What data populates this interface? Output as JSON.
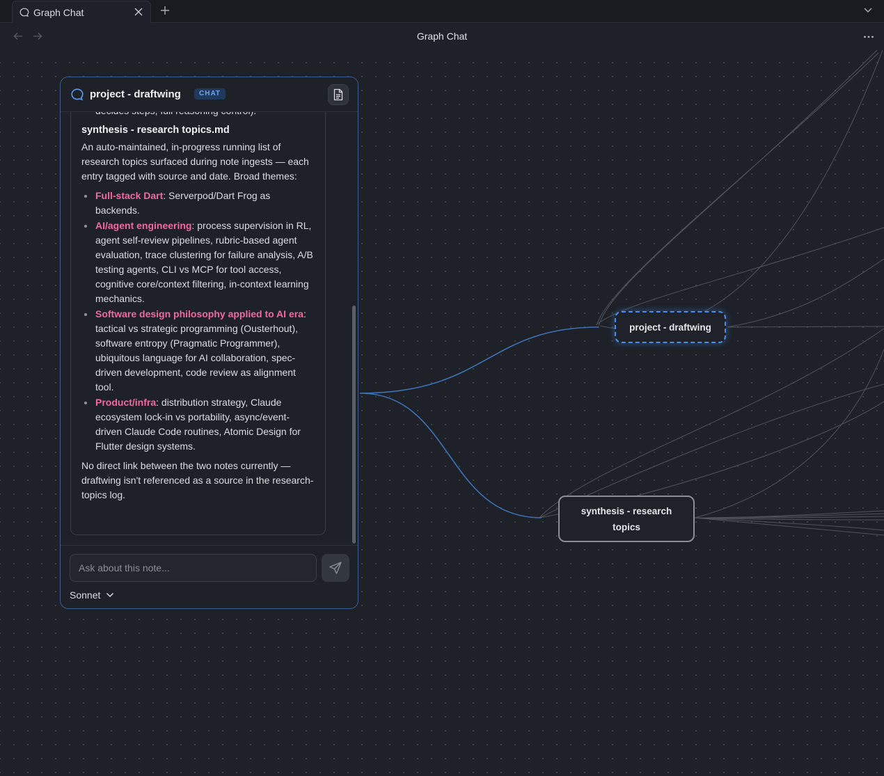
{
  "tabs": [
    {
      "label": "Graph Chat",
      "icon": "chat-bubble-icon"
    }
  ],
  "header": {
    "title": "Graph Chat"
  },
  "canvas": {
    "nodes": [
      {
        "id": "draftwing",
        "label": "project - draftwing",
        "selected": true
      },
      {
        "id": "synthesis",
        "label": "synthesis - research topics",
        "selected": false
      }
    ],
    "accent": "#4c8df0"
  },
  "chat": {
    "title": "project - draftwing",
    "badge": "CHAT",
    "messages": {
      "truncated_line": "decides steps, full reasoning control).",
      "note_heading": "synthesis - research topics.md",
      "intro": "An auto-maintained, in-progress running list of research topics surfaced during note ingests — each entry tagged with source and date. Broad themes:",
      "topics": [
        {
          "term": "Full-stack Dart",
          "text": ": Serverpod/Dart Frog as backends."
        },
        {
          "term": "AI/agent engineering",
          "text": ": process supervision in RL, agent self-review pipelines, rubric-based agent evaluation, trace clustering for failure analysis, A/B testing agents, CLI vs MCP for tool access, cognitive core/context filtering, in-context learning mechanics."
        },
        {
          "term": "Software design philosophy applied to AI era",
          "text": ": tactical vs strategic programming (Ousterhout), software entropy (Pragmatic Programmer), ubiquitous language for AI collaboration, spec-driven development, code review as alignment tool."
        },
        {
          "term": "Product/infra",
          "text": ": distribution strategy, Claude ecosystem lock-in vs portability, async/event-driven Claude Code routines, Atomic Design for Flutter design systems."
        }
      ],
      "closing": "No direct link between the two notes currently — draftwing isn't referenced as a source in the research-topics log."
    },
    "composer": {
      "placeholder": "Ask about this note...",
      "value": "",
      "model": "Sonnet"
    }
  }
}
